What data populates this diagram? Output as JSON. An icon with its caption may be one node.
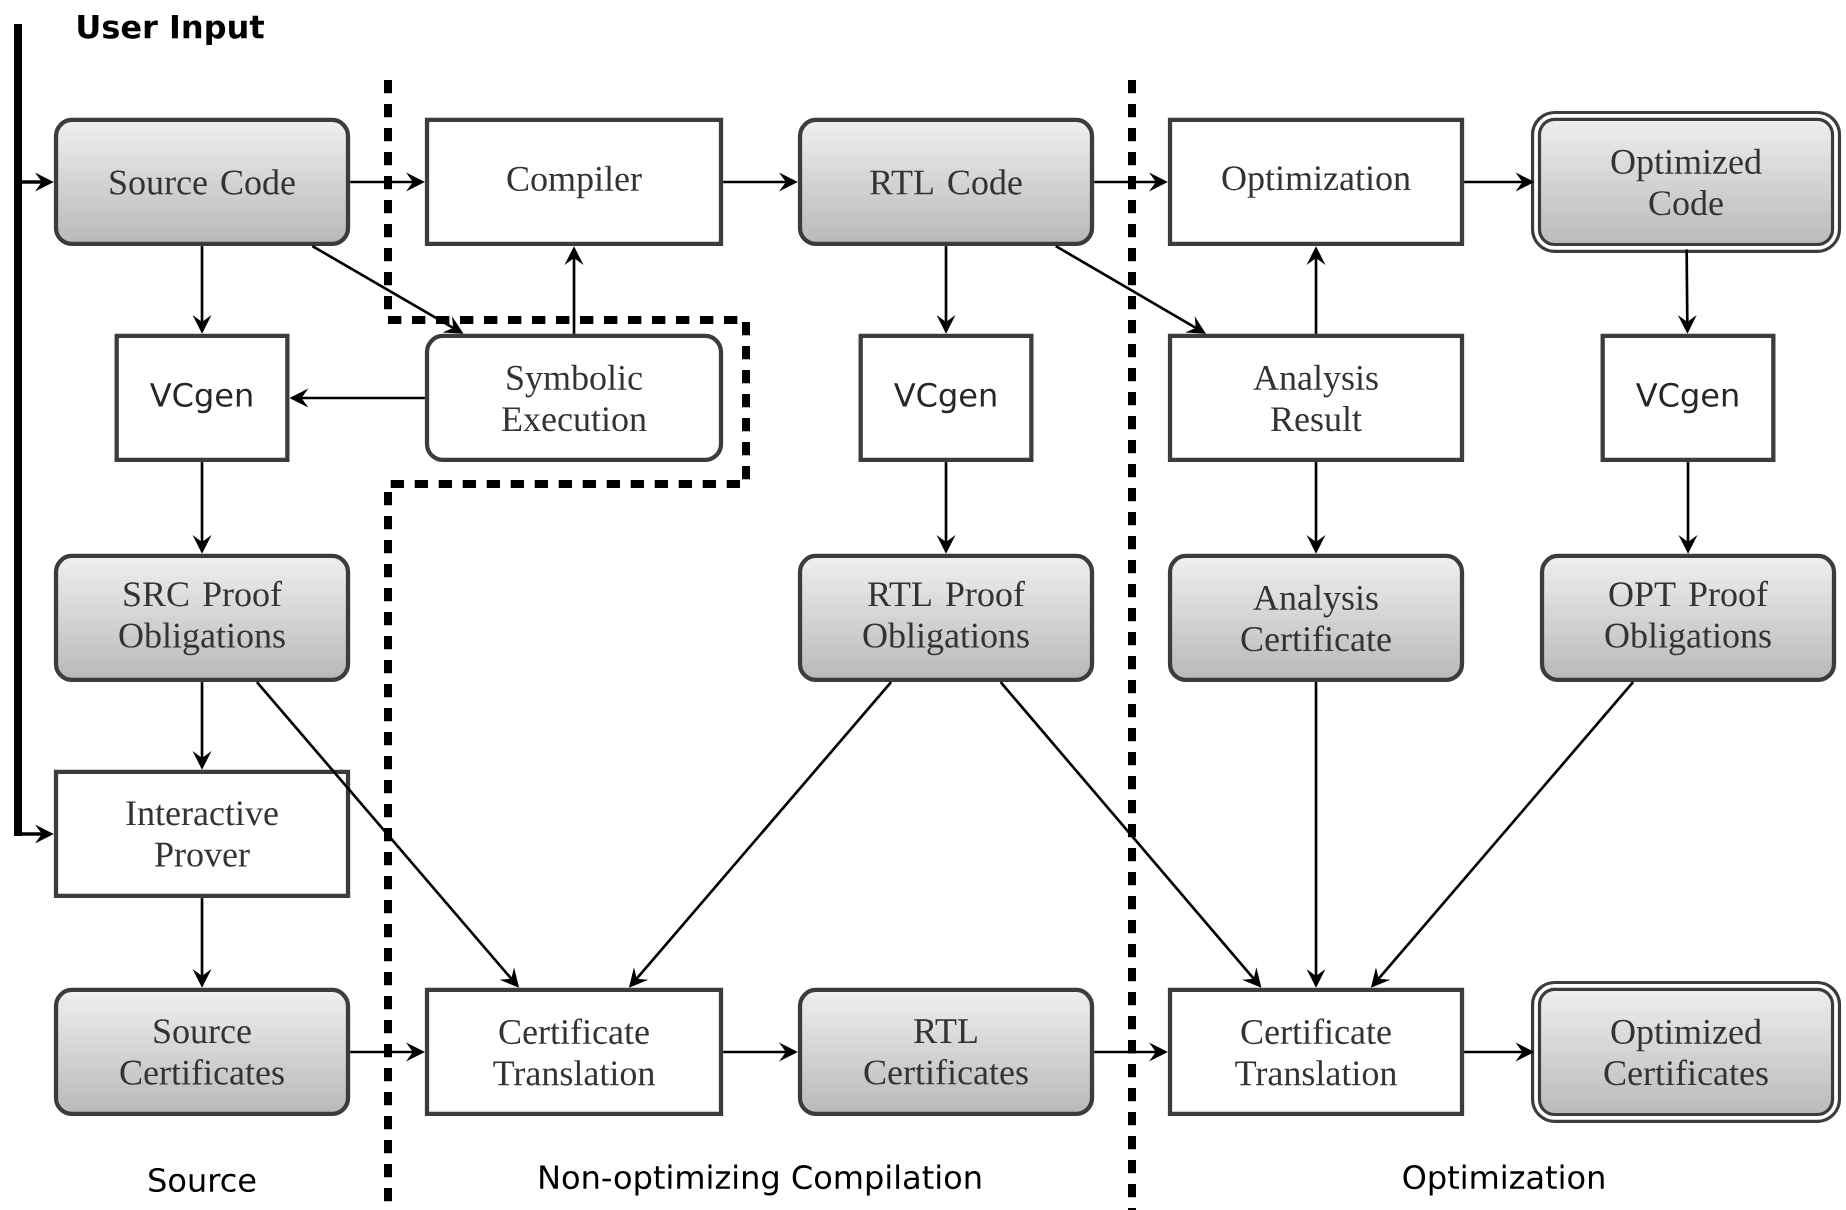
{
  "diagram": {
    "nodes": [
      {
        "text": [
          "Source Code"
        ]
      },
      {
        "text": [
          "Compiler"
        ]
      },
      {
        "text": [
          "RTL Code"
        ]
      },
      {
        "text": [
          "Optimization"
        ]
      },
      {
        "text": [
          "Optimized Code"
        ]
      },
      {
        "text": [
          "VCgen"
        ]
      },
      {
        "text": [
          "Symbolic Execution"
        ]
      },
      {
        "text": [
          "VCgen"
        ]
      },
      {
        "text": [
          "Analysis Result"
        ]
      },
      {
        "text": [
          "VCgen"
        ]
      },
      {
        "text": [
          "SRC Proof Obligations"
        ]
      },
      {
        "text": [
          "RTL Proof Obligations"
        ]
      },
      {
        "text": [
          "Analysis Certificate"
        ]
      },
      {
        "text": [
          "OPT Proof Obligations"
        ]
      },
      {
        "text": [
          "Interactive Prover"
        ]
      },
      {
        "text": [
          "Source Certificates"
        ]
      },
      {
        "text": [
          "Certificate Translation"
        ]
      },
      {
        "text": [
          "RTL Certificates"
        ]
      },
      {
        "text": [
          "Certificate Translation"
        ]
      },
      {
        "text": [
          "Optimized Certificates"
        ]
      },
      {
        "text": [
          "User Input"
        ]
      }
    ],
    "edges": [
      {
        "from": 20,
        "to": 0,
        "arrow": "to",
        "style": "thick"
      },
      {
        "from": 20,
        "to": 14,
        "arrow": "to",
        "style": "thick"
      },
      {
        "from": 0,
        "to": 1,
        "arrow": "to"
      },
      {
        "from": 1,
        "to": 2,
        "arrow": "to"
      },
      {
        "from": 2,
        "to": 3,
        "arrow": "to"
      },
      {
        "from": 3,
        "to": 4,
        "arrow": "to"
      },
      {
        "from": 0,
        "to": 5,
        "arrow": "to"
      },
      {
        "from": 0,
        "to": 6,
        "arrow": "to"
      },
      {
        "from": 6,
        "to": 1,
        "arrow": "to"
      },
      {
        "from": 6,
        "to": 5,
        "arrow": "to"
      },
      {
        "from": 2,
        "to": 7,
        "arrow": "to"
      },
      {
        "from": 2,
        "to": 8,
        "arrow": "to"
      },
      {
        "from": 8,
        "to": 3,
        "arrow": "to"
      },
      {
        "from": 4,
        "to": 9,
        "arrow": "to"
      },
      {
        "from": 5,
        "to": 10,
        "arrow": "to"
      },
      {
        "from": 7,
        "to": 11,
        "arrow": "to"
      },
      {
        "from": 8,
        "to": 12,
        "arrow": "to"
      },
      {
        "from": 9,
        "to": 13,
        "arrow": "to"
      },
      {
        "from": 10,
        "to": 14,
        "arrow": "to"
      },
      {
        "from": 10,
        "to": 16,
        "arrow": "to"
      },
      {
        "from": 11,
        "to": 16,
        "arrow": "to"
      },
      {
        "from": 11,
        "to": 18,
        "arrow": "to"
      },
      {
        "from": 12,
        "to": 18,
        "arrow": "to"
      },
      {
        "from": 13,
        "to": 18,
        "arrow": "to"
      },
      {
        "from": 14,
        "to": 15,
        "arrow": "to"
      },
      {
        "from": 15,
        "to": 16,
        "arrow": "to"
      },
      {
        "from": 16,
        "to": 17,
        "arrow": "to"
      },
      {
        "from": 17,
        "to": 18,
        "arrow": "to"
      },
      {
        "from": 18,
        "to": 19,
        "arrow": "to"
      }
    ],
    "labels": [
      "Source",
      "Non-optimizing Compilation",
      "Optimization"
    ]
  }
}
